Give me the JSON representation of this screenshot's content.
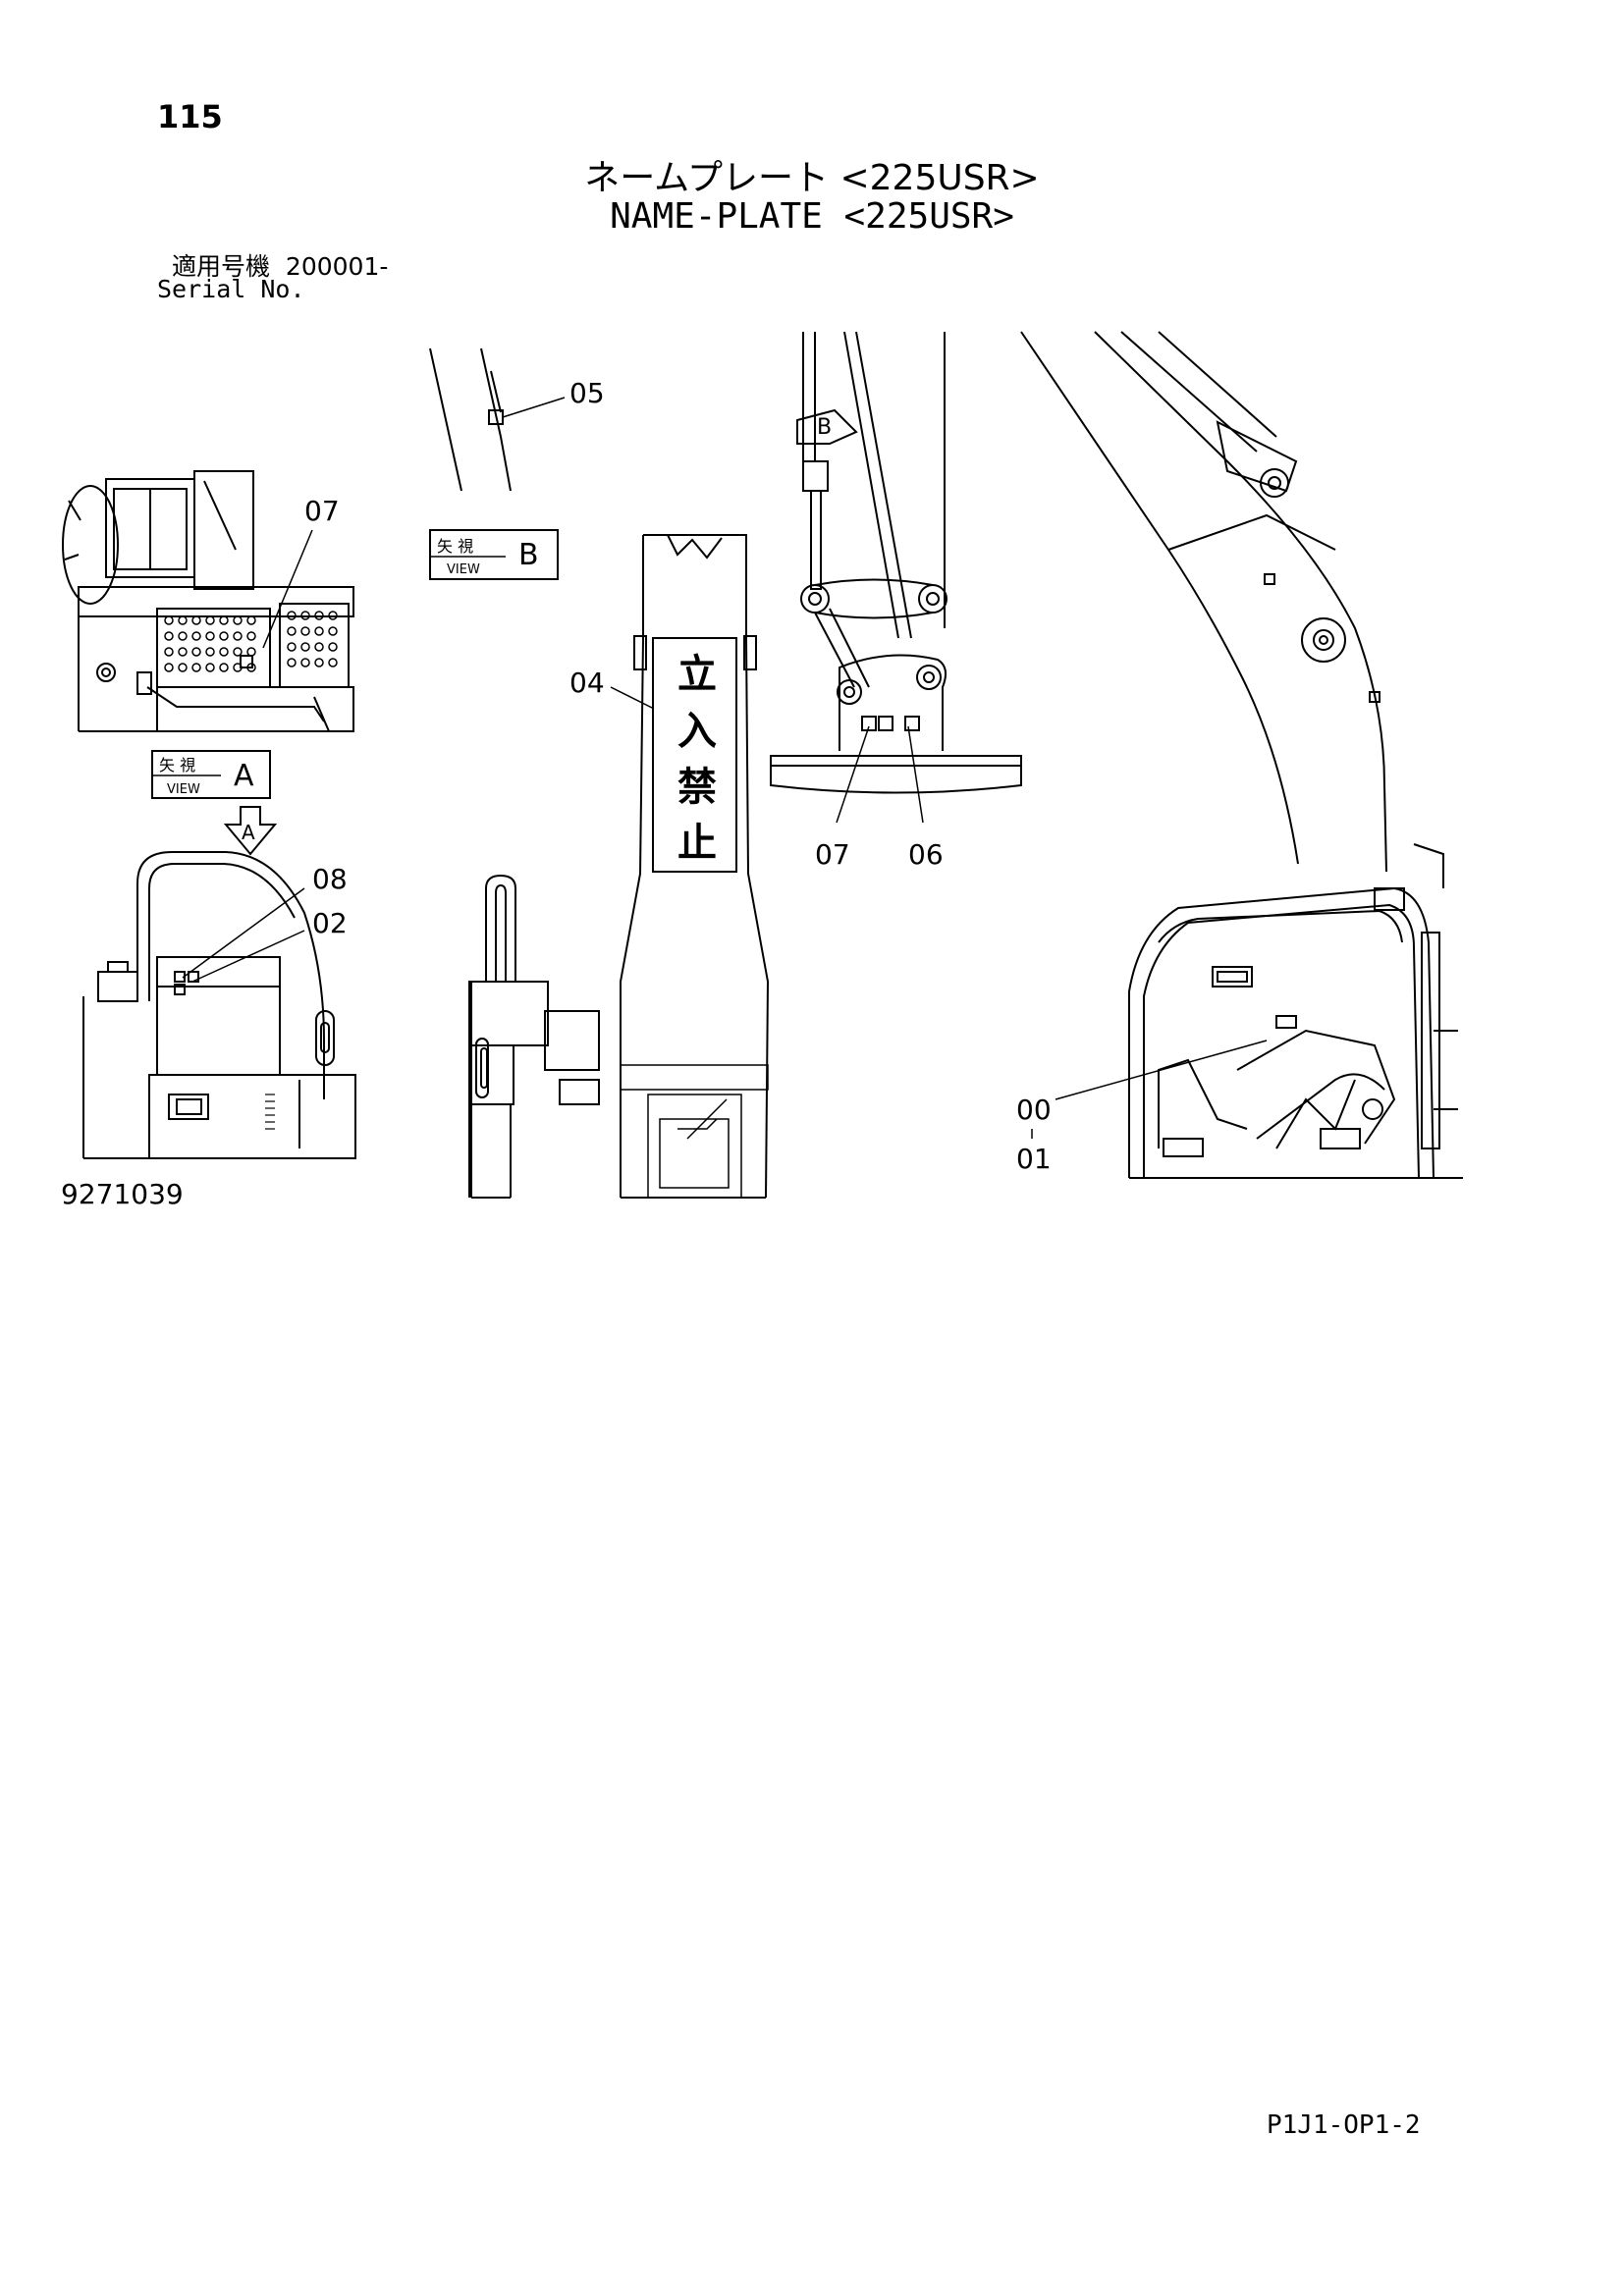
{
  "page_number": "115",
  "title_jp": "ネームプレート <225USR>",
  "title_en": "NAME-PLATE <225USR>",
  "serial_label_jp": "適用号機",
  "serial_value": "200001-",
  "serial_label_en": "Serial No.",
  "view_labels": {
    "a": {
      "jp": "矢 視",
      "en": "VIEW",
      "letter": "A"
    },
    "b": {
      "jp": "矢 視",
      "en": "VIEW",
      "letter": "B"
    }
  },
  "arrow_a_letter": "A",
  "arrow_b_letter": "B",
  "sign_text": [
    "立",
    "入",
    "禁",
    "止"
  ],
  "callouts": {
    "c05": "05",
    "c07_left": "07",
    "c04": "04",
    "c08": "08",
    "c02": "02",
    "c07_mid": "07",
    "c06": "06",
    "c00": "00",
    "c01": "01"
  },
  "drawing_number": "9271039",
  "page_code": "P1J1-OP1-2"
}
